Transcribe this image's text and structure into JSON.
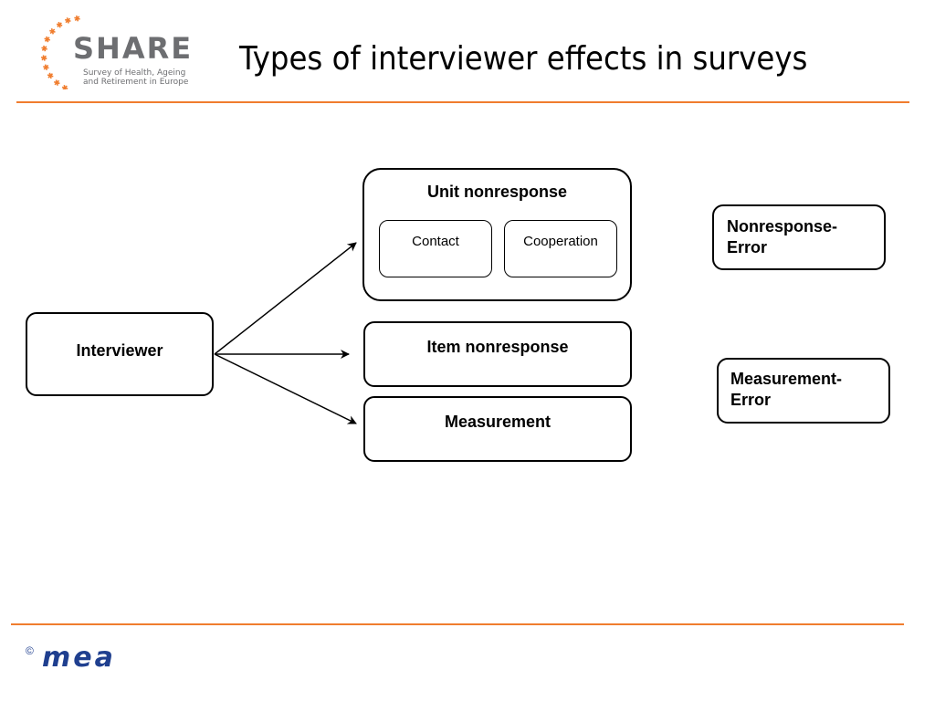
{
  "logo": {
    "word": "SHARE",
    "subtitle": "Survey of Health, Ageing\nand Retirement in Europe",
    "star_color": "#f07d2e"
  },
  "title": "Types of interviewer effects in surveys",
  "accent_color": "#f07d2e",
  "diagram": {
    "source": "Interviewer",
    "unit_nonresponse": {
      "label": "Unit nonresponse",
      "sub": [
        "Contact",
        "Cooperation"
      ]
    },
    "item_nonresponse": "Item nonresponse",
    "measurement": "Measurement",
    "nonresponse_error": "Nonresponse-\nError",
    "measurement_error": "Measurement-\nError"
  },
  "footer": {
    "copyright": "©",
    "brand": "mea",
    "brand_color": "#1f3f8f"
  }
}
